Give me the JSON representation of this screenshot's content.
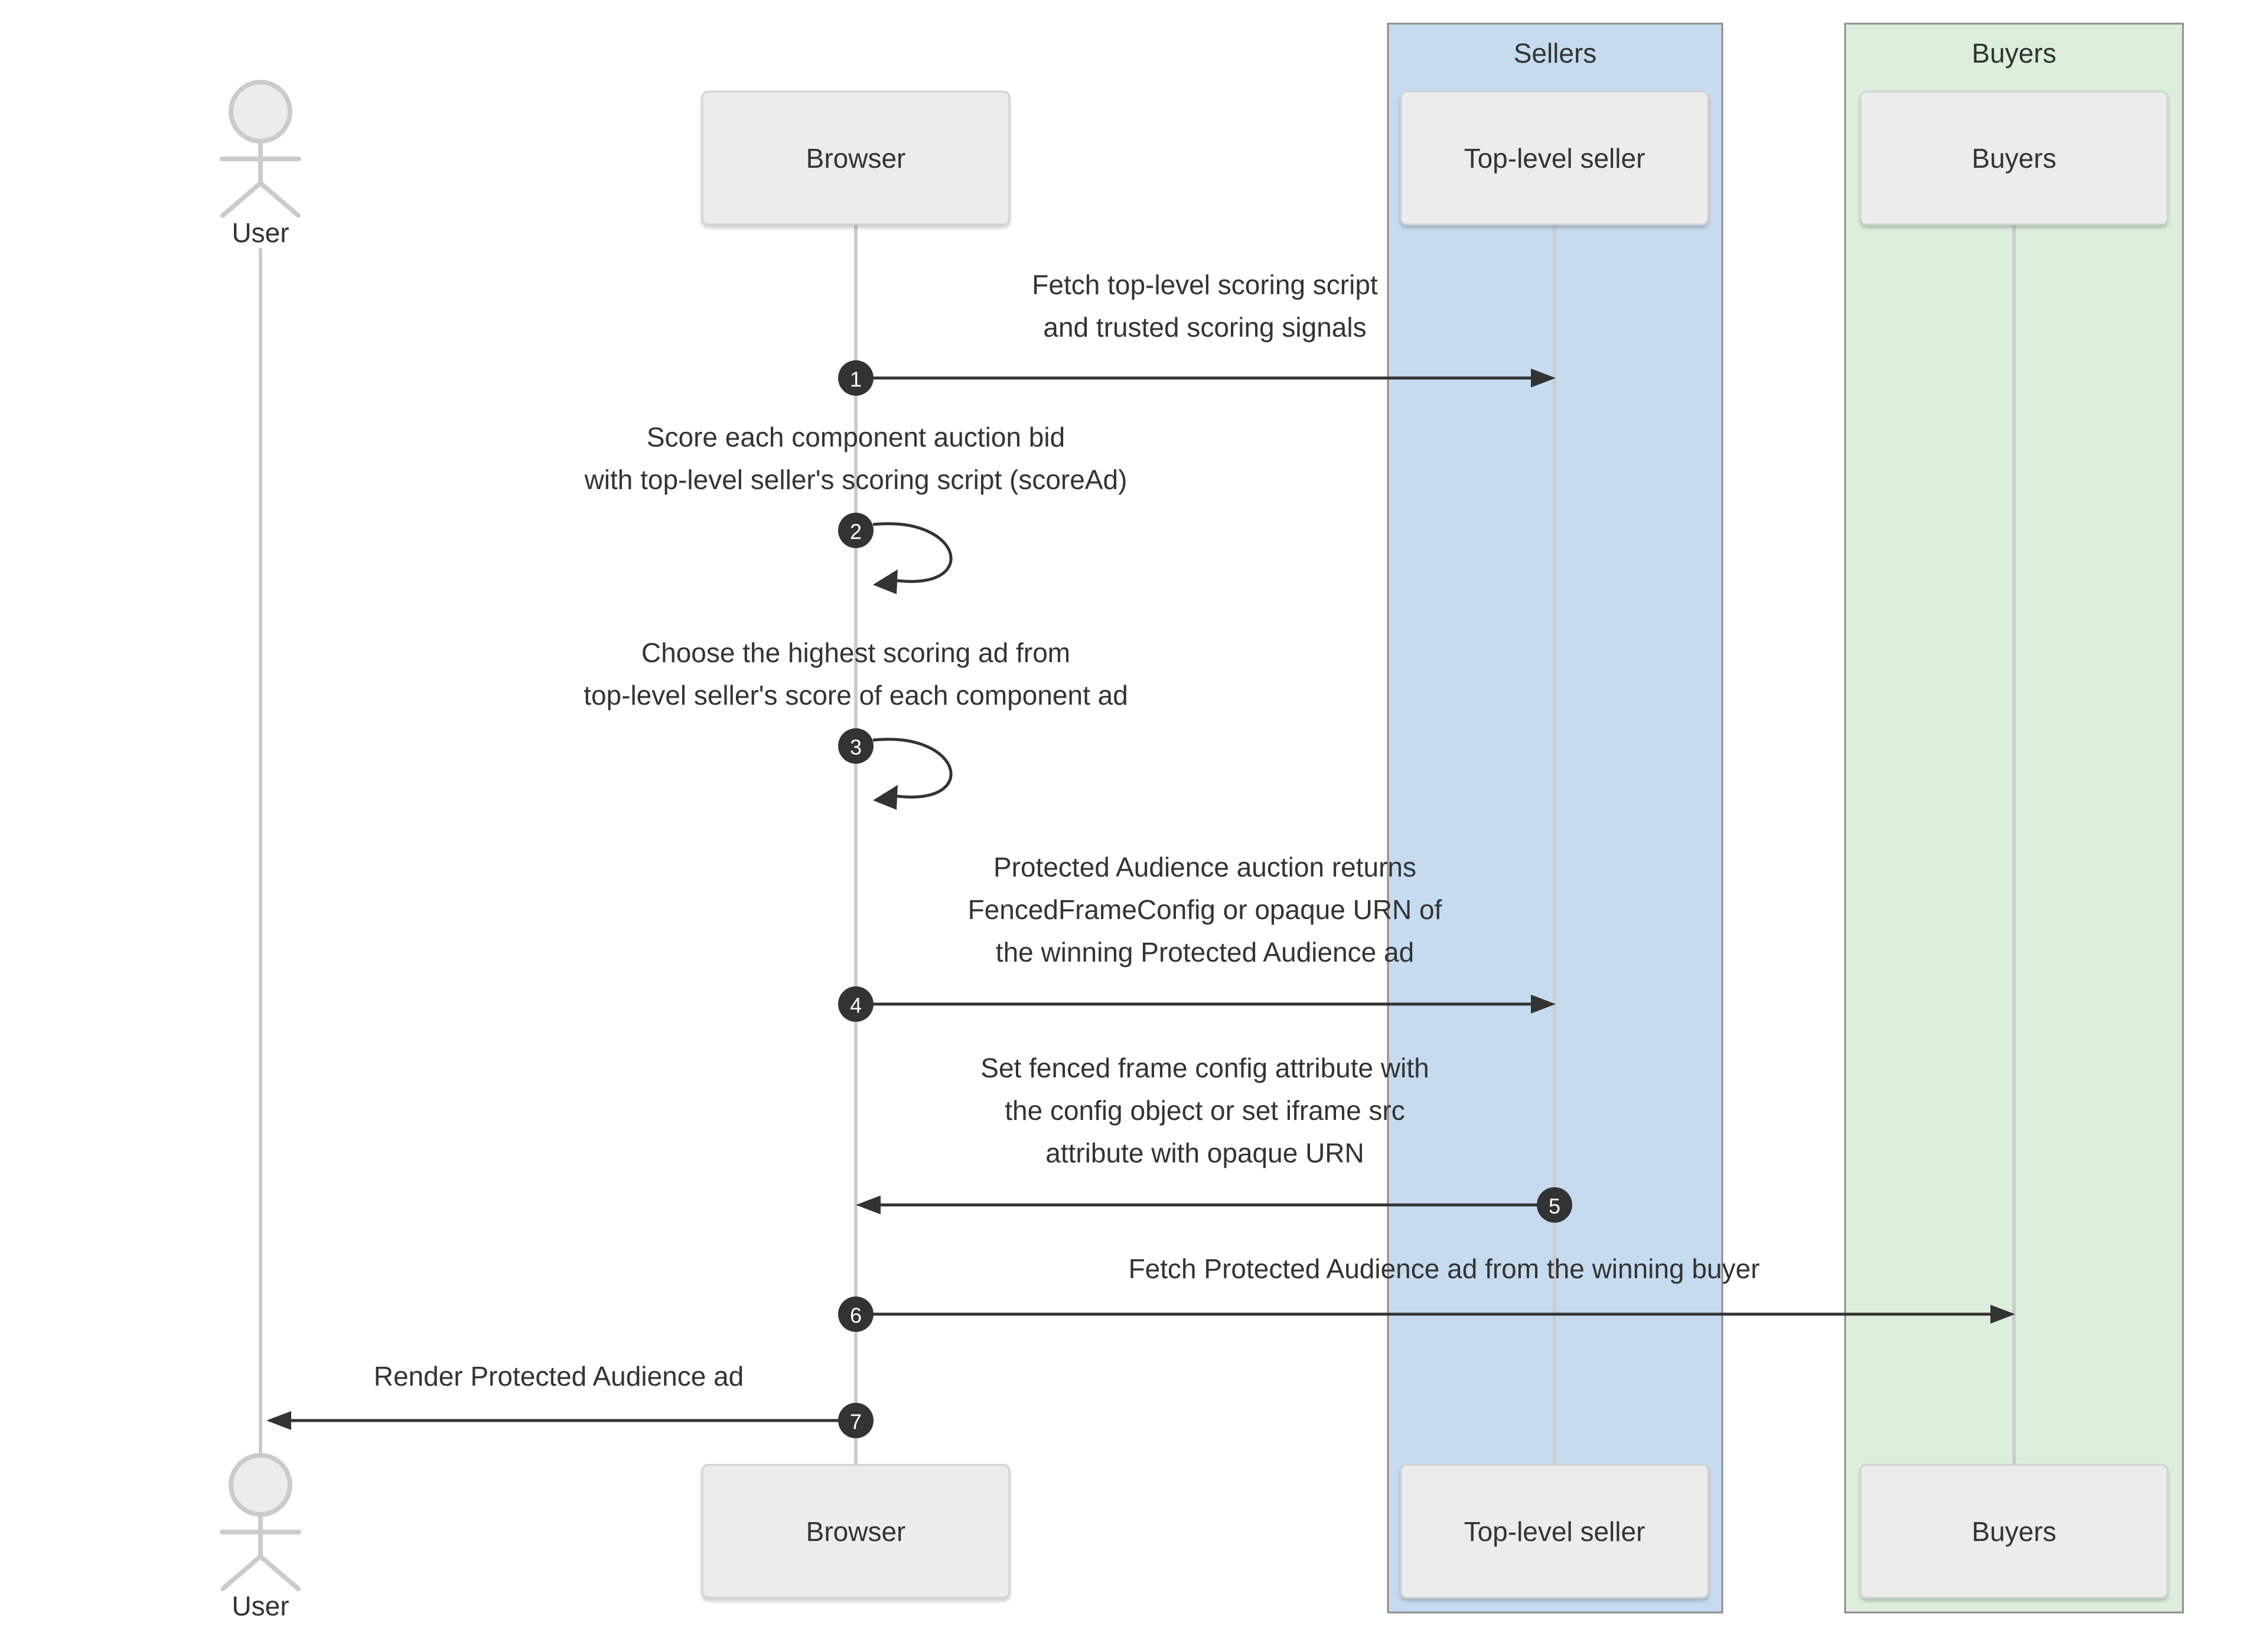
{
  "groups": {
    "sellers": {
      "label": "Sellers",
      "fill": "#c6dbef"
    },
    "buyers": {
      "label": "Buyers",
      "fill": "#dcefdc"
    }
  },
  "actors": {
    "user": {
      "label": "User"
    },
    "browser": {
      "label": "Browser"
    },
    "top_level_seller": {
      "label": "Top-level seller"
    },
    "buyers": {
      "label": "Buyers"
    }
  },
  "colors": {
    "actor_box_fill": "#ececec",
    "stick_figure_fill": "#ececec",
    "arrow": "#333333",
    "lifeline": "#cccccc",
    "text": "#333333",
    "number_badge_fill": "#333333",
    "number_text": "#ffffff"
  },
  "messages": [
    {
      "num": "1",
      "lines": [
        "Fetch top-level scoring script",
        "and trusted scoring signals"
      ]
    },
    {
      "num": "2",
      "lines": [
        "Score each component auction bid",
        "with top-level seller's scoring script (scoreAd)"
      ]
    },
    {
      "num": "3",
      "lines": [
        "Choose the highest scoring ad from",
        "top-level seller's score of each component ad"
      ]
    },
    {
      "num": "4",
      "lines": [
        "Protected Audience auction returns",
        "FencedFrameConfig or opaque URN of",
        "the winning Protected Audience ad"
      ]
    },
    {
      "num": "5",
      "lines": [
        "Set fenced frame config attribute with",
        "the config object or set iframe src",
        "attribute with opaque URN"
      ]
    },
    {
      "num": "6",
      "lines": [
        "Fetch Protected Audience ad from the winning buyer"
      ]
    },
    {
      "num": "7",
      "lines": [
        "Render Protected Audience ad"
      ]
    }
  ]
}
